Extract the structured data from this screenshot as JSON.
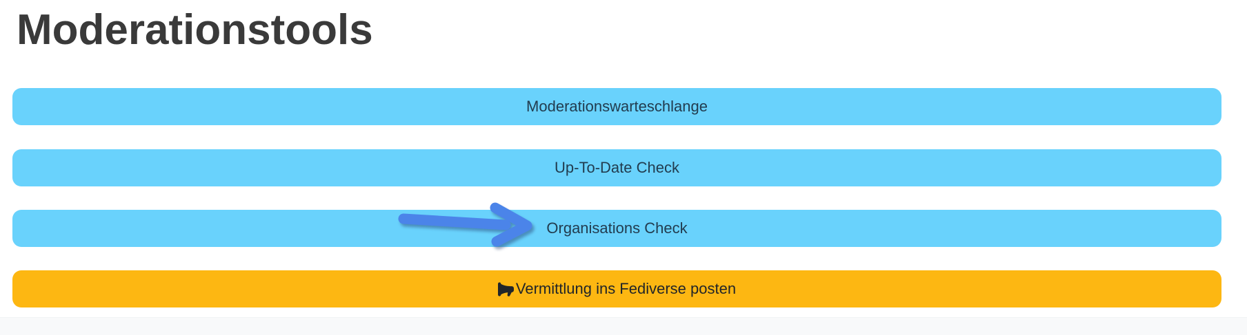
{
  "page": {
    "title": "Moderationstools"
  },
  "buttons": [
    {
      "label": "Moderationswarteschlange",
      "style": "primary"
    },
    {
      "label": "Up-To-Date Check",
      "style": "primary"
    },
    {
      "label": "Organisations Check",
      "style": "primary",
      "annotated_by": "arrow"
    },
    {
      "label": "Vermittlung ins Fediverse posten",
      "style": "accent",
      "icon": "megaphone-icon"
    }
  ],
  "annotation": {
    "type": "hand-drawn-arrow",
    "direction": "right",
    "points_to": "Organisations Check",
    "color": "#4b84e9"
  },
  "colors": {
    "primary_button_bg": "#69d2fc",
    "primary_button_text": "#223c4f",
    "accent_button_bg": "#fdb712",
    "accent_button_text": "#212529",
    "title_text": "#3a3a3a",
    "arrow": "#4b84e9",
    "footer_strip_bg": "#f8f9fa"
  }
}
